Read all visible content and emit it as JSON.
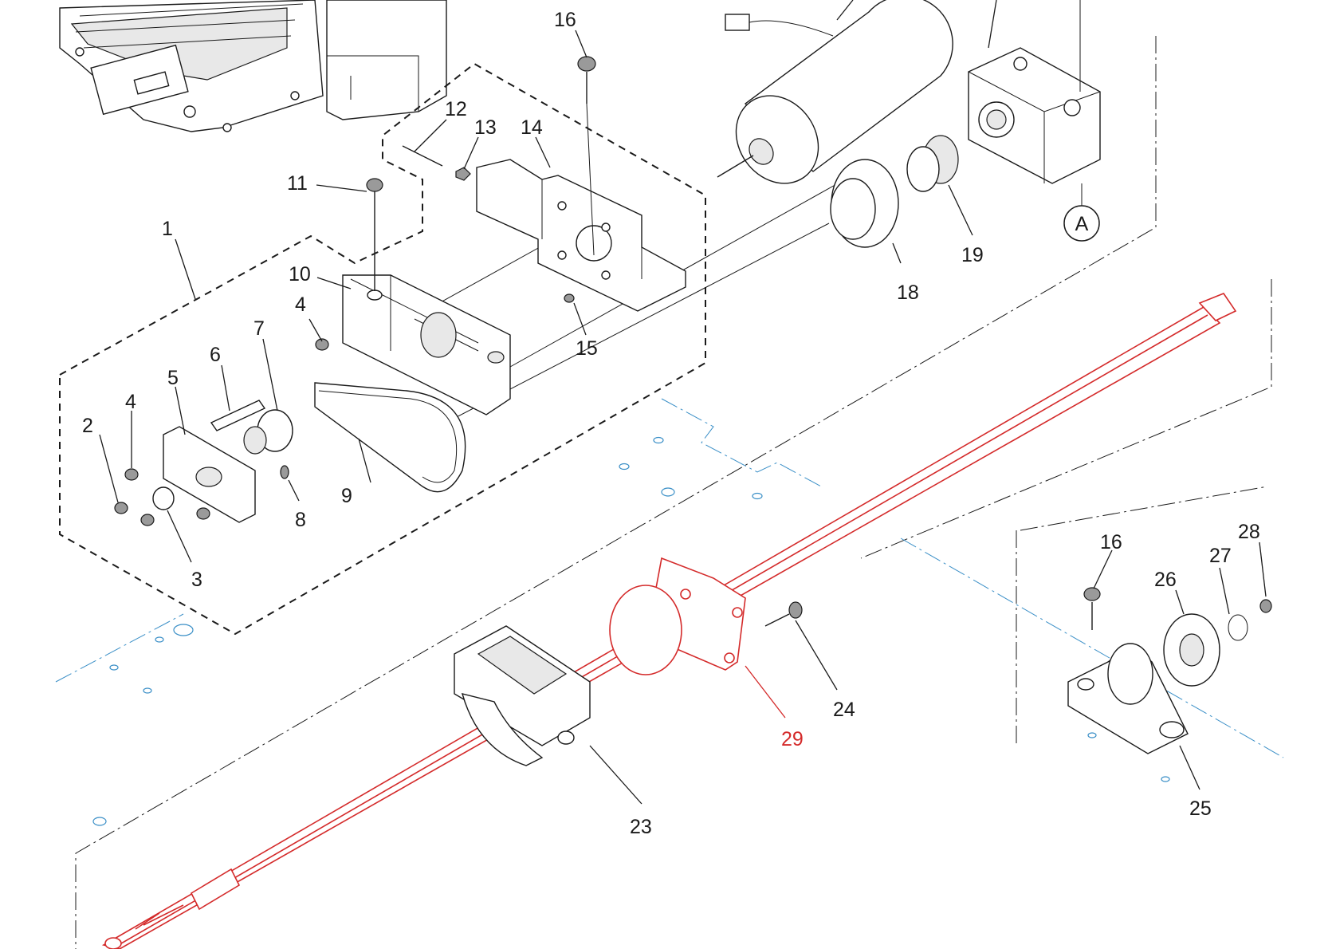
{
  "callouts": [
    {
      "id": "1",
      "label": "1",
      "highlight": false
    },
    {
      "id": "2",
      "label": "2",
      "highlight": false
    },
    {
      "id": "3",
      "label": "3",
      "highlight": false
    },
    {
      "id": "4a",
      "label": "4",
      "highlight": false
    },
    {
      "id": "4b",
      "label": "4",
      "highlight": false
    },
    {
      "id": "5",
      "label": "5",
      "highlight": false
    },
    {
      "id": "6",
      "label": "6",
      "highlight": false
    },
    {
      "id": "7",
      "label": "7",
      "highlight": false
    },
    {
      "id": "8",
      "label": "8",
      "highlight": false
    },
    {
      "id": "9",
      "label": "9",
      "highlight": false
    },
    {
      "id": "10",
      "label": "10",
      "highlight": false
    },
    {
      "id": "11",
      "label": "11",
      "highlight": false
    },
    {
      "id": "12",
      "label": "12",
      "highlight": false
    },
    {
      "id": "13",
      "label": "13",
      "highlight": false
    },
    {
      "id": "14",
      "label": "14",
      "highlight": false
    },
    {
      "id": "15",
      "label": "15",
      "highlight": false
    },
    {
      "id": "16a",
      "label": "16",
      "highlight": false
    },
    {
      "id": "16b",
      "label": "16",
      "highlight": false
    },
    {
      "id": "18",
      "label": "18",
      "highlight": false
    },
    {
      "id": "19",
      "label": "19",
      "highlight": false
    },
    {
      "id": "23",
      "label": "23",
      "highlight": false
    },
    {
      "id": "24",
      "label": "24",
      "highlight": false
    },
    {
      "id": "25",
      "label": "25",
      "highlight": false
    },
    {
      "id": "26",
      "label": "26",
      "highlight": false
    },
    {
      "id": "27",
      "label": "27",
      "highlight": false
    },
    {
      "id": "28",
      "label": "28",
      "highlight": false
    },
    {
      "id": "29",
      "label": "29",
      "highlight": true
    }
  ],
  "reference_marker": {
    "label": "A"
  },
  "colors": {
    "highlight": "#d42a2a",
    "line": "#1a1a1a",
    "centerline_blue": "#3a8fc7"
  }
}
